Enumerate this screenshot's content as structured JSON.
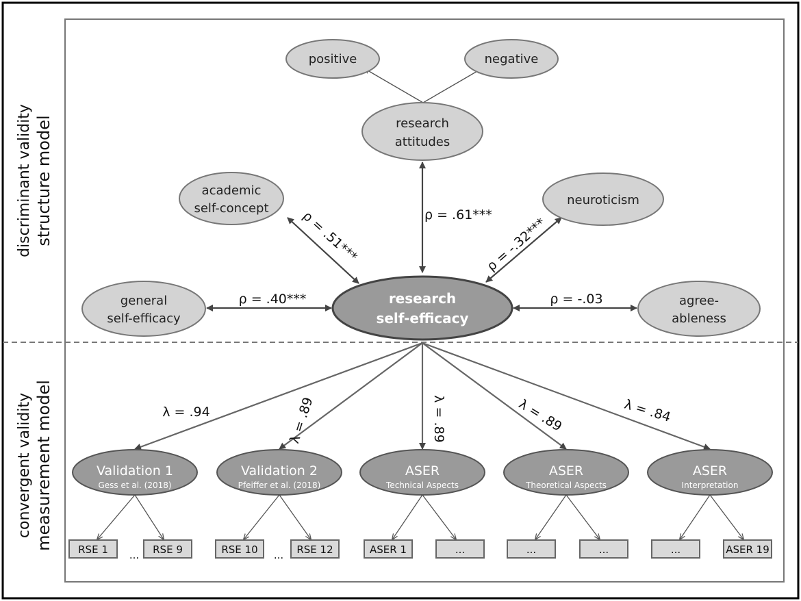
{
  "side_labels": {
    "top_line1": "discriminant validity",
    "top_line2": "structure model",
    "bottom_line1": "convergent validity",
    "bottom_line2": "measurement model"
  },
  "center": {
    "line1": "research",
    "line2": "self-efficacy"
  },
  "attitudes": {
    "line1": "research",
    "line2": "attitudes"
  },
  "positive": "positive",
  "negative": "negative",
  "academic": {
    "line1": "academic",
    "line2": "self-concept"
  },
  "neuroticism": "neuroticism",
  "general": {
    "line1": "general",
    "line2": "self-efficacy"
  },
  "agree": {
    "line1": "agree-",
    "line2": "ableness"
  },
  "correlations": {
    "attitudes": "ρ = .61***",
    "academic": "ρ = .51***",
    "neuroticism": "ρ = -.32***",
    "general": "ρ = .40***",
    "agree": "ρ = -.03"
  },
  "measures": [
    {
      "title": "Validation 1",
      "subtitle": "Gess et al. (2018)",
      "loading": "λ = .94",
      "items": [
        "RSE 1",
        "RSE 9"
      ]
    },
    {
      "title": "Validation 2",
      "subtitle": "Pfeiffer et al. (2018)",
      "loading": "λ = .89",
      "items": [
        "RSE 10",
        "RSE 12"
      ]
    },
    {
      "title": "ASER",
      "subtitle": "Technical Aspects",
      "loading": "λ = .89",
      "items": [
        "ASER 1",
        "..."
      ]
    },
    {
      "title": "ASER",
      "subtitle": "Theoretical Aspects",
      "loading": "λ = .89",
      "items": [
        "...",
        "..."
      ]
    },
    {
      "title": "ASER",
      "subtitle": "Interpretation",
      "loading": "λ = .84",
      "items": [
        "...",
        "ASER 19"
      ]
    }
  ],
  "between_dots": "...",
  "colors": {
    "light_ellipse": "#d3d3d3",
    "dark_ellipse": "#9a9a9a",
    "line": "#555555",
    "frame": "#777777"
  }
}
